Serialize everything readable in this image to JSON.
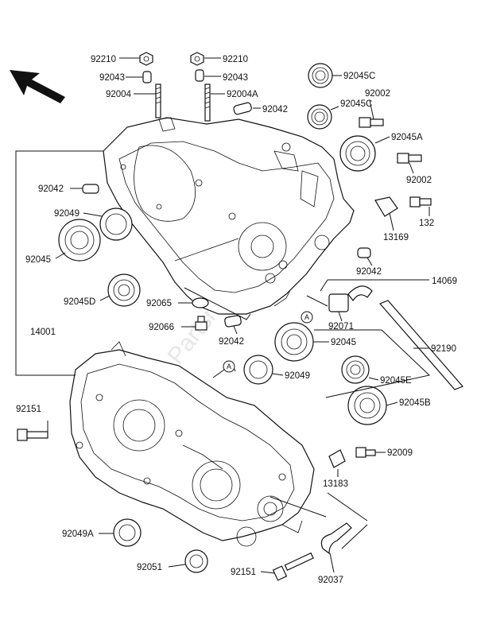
{
  "labels": {
    "l92210a": "92210",
    "l92210b": "92210",
    "l92043a": "92043",
    "l92043b": "92043",
    "l92004": "92004",
    "l92004A": "92004A",
    "l92045C_a": "92045C",
    "l92045C_b": "92045C",
    "l92042_top": "92042",
    "l92002_a": "92002",
    "l92045A": "92045A",
    "l92002_b": "92002",
    "l132": "132",
    "l13169": "13169",
    "l92042_left": "92042",
    "l92049_left": "92049",
    "l92045_left": "92045",
    "l92042_mid": "92042",
    "l14069": "14069",
    "l92045D": "92045D",
    "l92065": "92065",
    "l92071": "92071",
    "l92190": "92190",
    "l92066": "92066",
    "l92042_low": "92042",
    "l14001": "14001",
    "l92045_mid": "92045",
    "l92049_mid": "92049",
    "l92045E": "92045E",
    "l92151_left": "92151",
    "l92045B": "92045B",
    "l92009": "92009",
    "l13183": "13183",
    "l92049A": "92049A",
    "l92051": "92051",
    "l92151_low": "92151",
    "l92037": "92037",
    "markerA1": "A",
    "markerA2": "A"
  },
  "watermark": "Partsrepublik",
  "icons": {
    "direction_arrow": "front-direction-arrow-icon"
  }
}
